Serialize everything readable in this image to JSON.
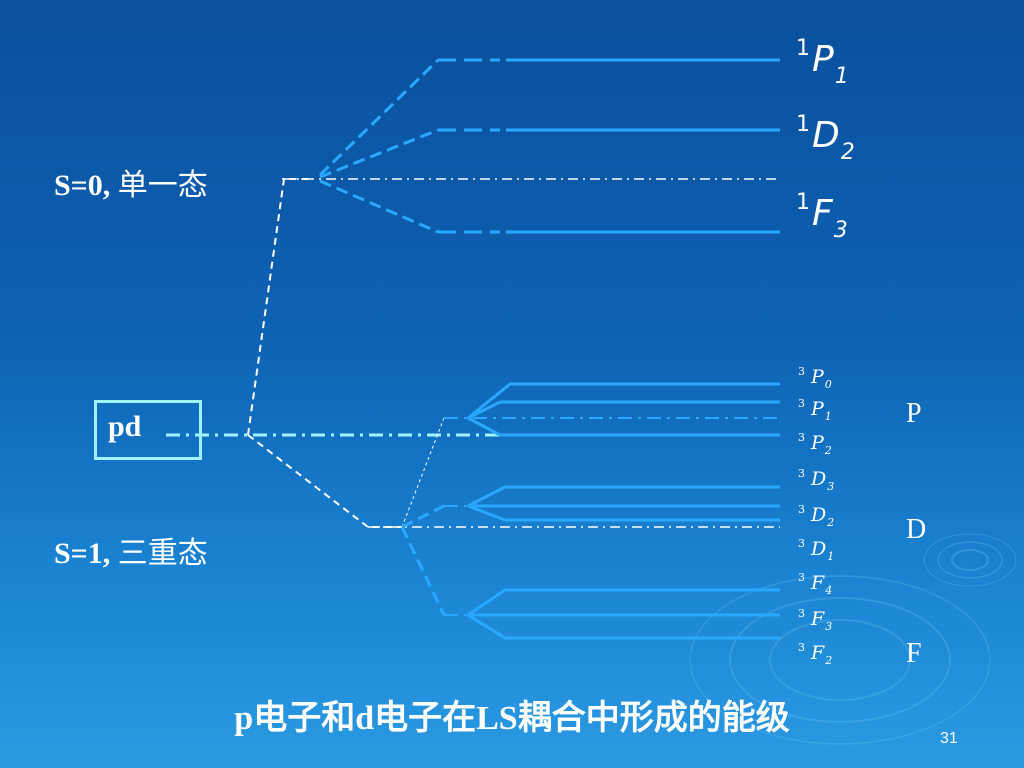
{
  "singlet_label": {
    "spin": "S=0,",
    "name": "单一态"
  },
  "triplet_label": {
    "spin": "S=1,",
    "name": "三重态"
  },
  "configuration": "pd",
  "singlet_terms": [
    {
      "mult": "1",
      "L": "P",
      "J": "1"
    },
    {
      "mult": "1",
      "L": "D",
      "J": "2"
    },
    {
      "mult": "1",
      "L": "F",
      "J": "3"
    }
  ],
  "triplet_terms": [
    {
      "mult": "3",
      "L": "P",
      "J": "0"
    },
    {
      "mult": "3",
      "L": "P",
      "J": "1"
    },
    {
      "mult": "3",
      "L": "P",
      "J": "2"
    },
    {
      "mult": "3",
      "L": "D",
      "J": "3"
    },
    {
      "mult": "3",
      "L": "D",
      "J": "2"
    },
    {
      "mult": "3",
      "L": "D",
      "J": "1"
    },
    {
      "mult": "3",
      "L": "F",
      "J": "4"
    },
    {
      "mult": "3",
      "L": "F",
      "J": "3"
    },
    {
      "mult": "3",
      "L": "F",
      "J": "2"
    }
  ],
  "group_letters": [
    "P",
    "D",
    "F"
  ],
  "title": "p电子和d电子在LS耦合中形成的能级",
  "page_number": "31",
  "colors": {
    "level_line": "#2aa8ff",
    "connector": "#ffffff",
    "config_line": "#9ff3ff"
  }
}
